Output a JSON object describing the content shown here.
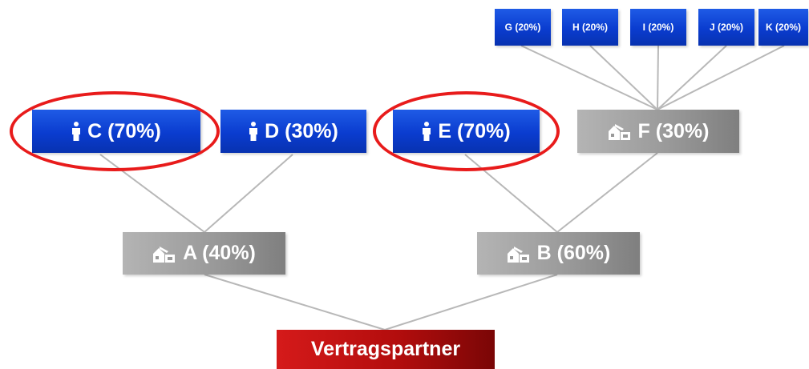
{
  "nodes": {
    "g": {
      "label": "G (20%)"
    },
    "h": {
      "label": "H (20%)"
    },
    "i": {
      "label": "I (20%)"
    },
    "j": {
      "label": "J (20%)"
    },
    "k": {
      "label": "K (20%)"
    },
    "c": {
      "label": "C (70%)",
      "icon": "person-icon"
    },
    "d": {
      "label": "D (30%)",
      "icon": "person-icon"
    },
    "e": {
      "label": "E (70%)",
      "icon": "person-icon"
    },
    "f": {
      "label": "F (30%)",
      "icon": "company-icon"
    },
    "a": {
      "label": "A (40%)",
      "icon": "company-icon"
    },
    "b": {
      "label": "B (60%)",
      "icon": "company-icon"
    },
    "root": {
      "label": "Vertragspartner"
    }
  },
  "highlighted": [
    "c",
    "e"
  ],
  "colors": {
    "person_box": "#0a3ccf",
    "company_box": "#9a9a9a",
    "root_box": "#b30d0d",
    "highlight_ring": "#e81b1b",
    "connector": "#b8b8b8"
  }
}
